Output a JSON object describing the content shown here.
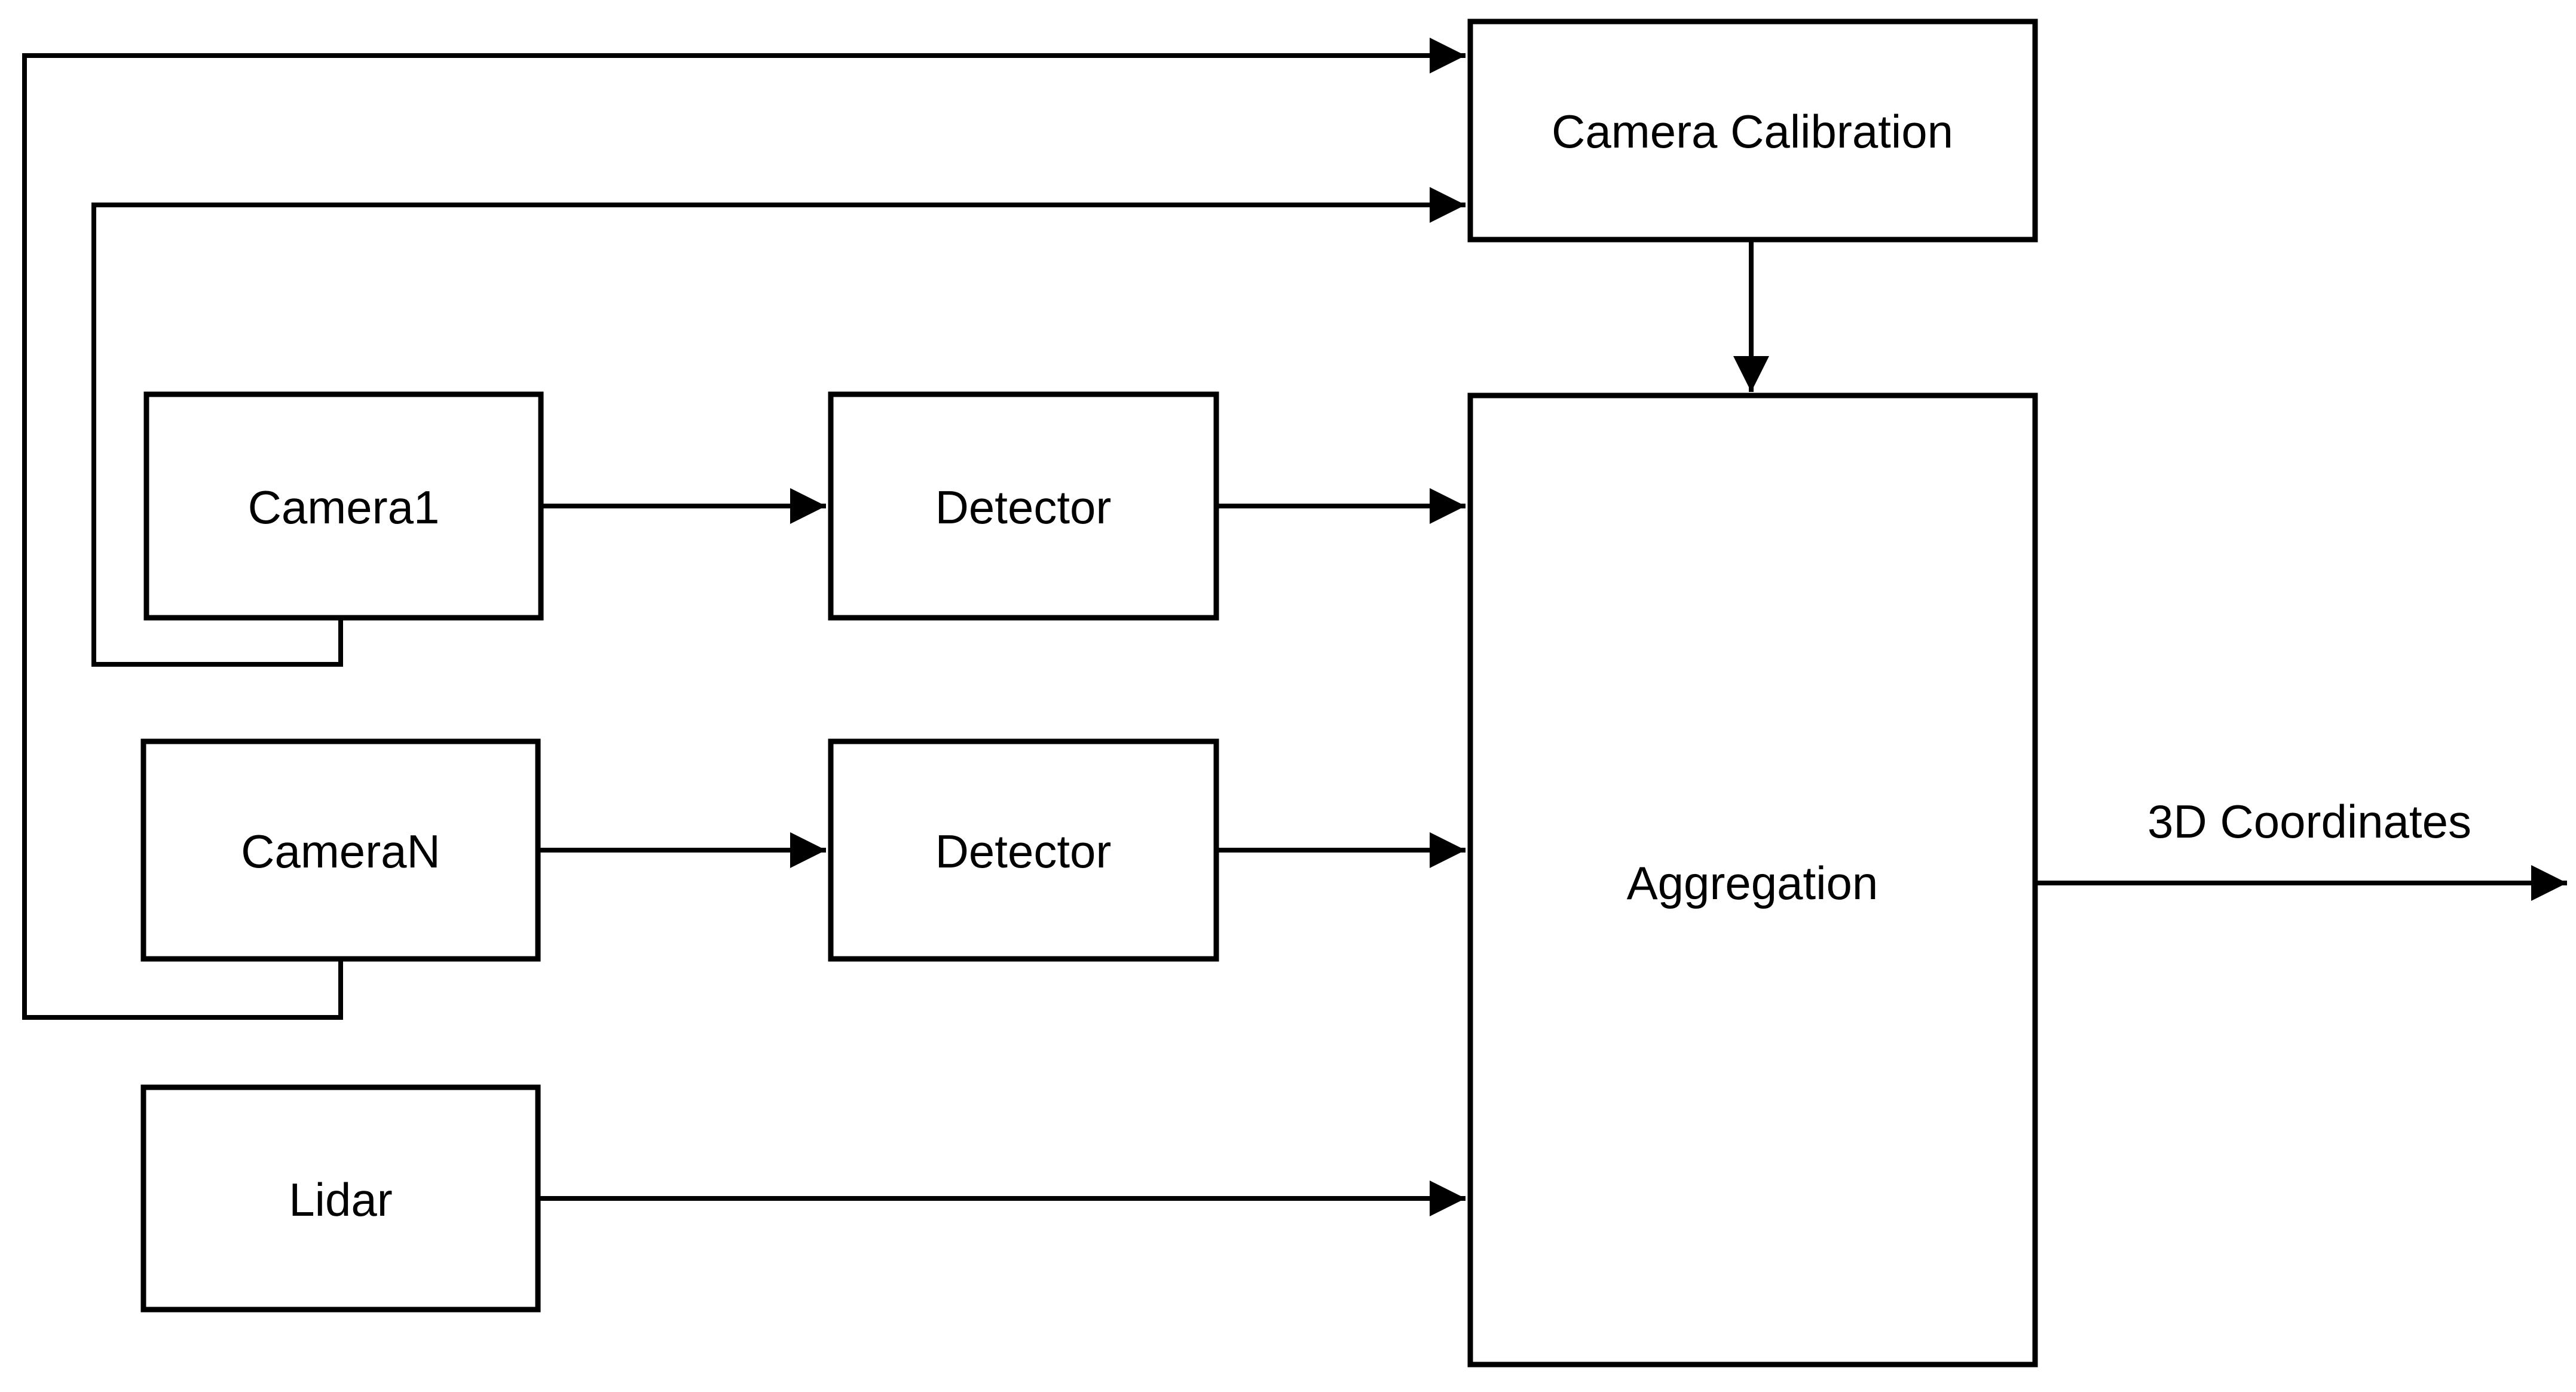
{
  "diagram": {
    "type": "block-diagram",
    "colors": {
      "background": "#ffffff",
      "line": "#000000",
      "text": "#000000"
    },
    "nodes": {
      "camera_calibration": {
        "label": "Camera Calibration"
      },
      "camera1": {
        "label": "Camera1"
      },
      "detector1": {
        "label": "Detector"
      },
      "cameraN": {
        "label": "CameraN"
      },
      "detector2": {
        "label": "Detector"
      },
      "lidar": {
        "label": "Lidar"
      },
      "aggregation": {
        "label": "Aggregation"
      }
    },
    "output_label": "3D Coordinates",
    "edges": [
      {
        "from": "camera1",
        "to": "detector1"
      },
      {
        "from": "detector1",
        "to": "aggregation"
      },
      {
        "from": "cameraN",
        "to": "detector2"
      },
      {
        "from": "detector2",
        "to": "aggregation"
      },
      {
        "from": "lidar",
        "to": "aggregation"
      },
      {
        "from": "camera_calibration",
        "to": "aggregation"
      },
      {
        "from": "camera1",
        "to": "camera_calibration"
      },
      {
        "from": "cameraN",
        "to": "camera_calibration"
      },
      {
        "from": "aggregation",
        "to": "3d_coordinates_output"
      }
    ]
  }
}
